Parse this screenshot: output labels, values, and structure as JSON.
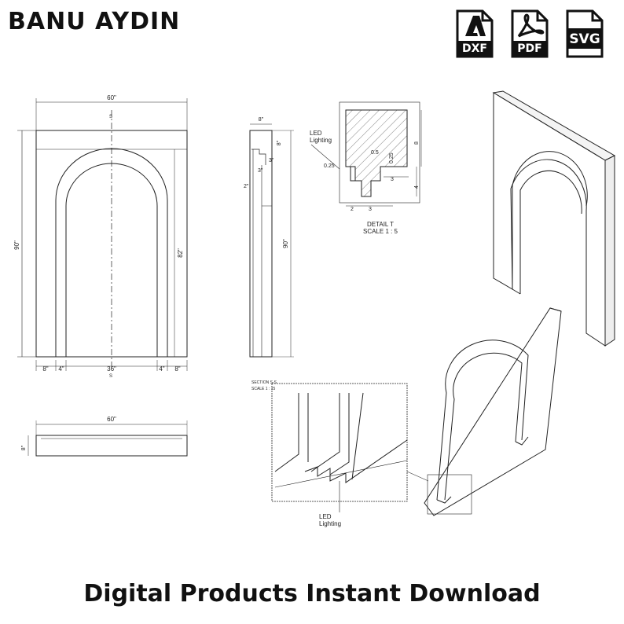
{
  "header": {
    "brand": "BANU AYDIN"
  },
  "badges": [
    {
      "label": "DXF",
      "icon": "adobe-icon"
    },
    {
      "label": "PDF",
      "icon": "acrobat-icon"
    },
    {
      "label": "SVG",
      "icon": ""
    }
  ],
  "front_view": {
    "width": "60\"",
    "height": "90\"",
    "inner_height": "82\"",
    "bottom_dims": [
      "8\"",
      "4\"",
      "36\"",
      "4\"",
      "8\""
    ],
    "center_mark": "S"
  },
  "side_view": {
    "depth": "8\"",
    "height": "90\"",
    "offset": "2\"",
    "step_a": "3\"",
    "step_b": "3\"",
    "profile": "8\""
  },
  "detail": {
    "callout": "LED\nLighting",
    "dims": [
      "8",
      "0.5",
      "0.25",
      "0.25",
      "3",
      "4",
      "2",
      "3"
    ],
    "title": "DETAIL T",
    "scale": "SCALE 1 : 5"
  },
  "top_view": {
    "width": "60\"",
    "depth": "8\""
  },
  "section": {
    "title": "SECTION S-S",
    "scale": "SCALE 1 : 15",
    "callout": "LED\nLighting"
  },
  "footer": {
    "text": "Digital Products Instant Download"
  }
}
